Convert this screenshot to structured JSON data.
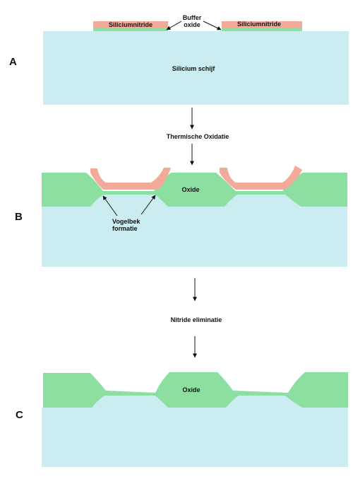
{
  "panel_labels": {
    "a": "A",
    "b": "B",
    "c": "C"
  },
  "stage_a": {
    "nitride_left": "Siliciumnitride",
    "nitride_right": "Siliciumnitride",
    "buffer_line1": "Buffer",
    "buffer_line2": "oxide",
    "substrate": "Silicium schijf"
  },
  "step_1": "Thermische Oxidatie",
  "stage_b": {
    "oxide": "Oxide",
    "birdbeak_line1": "Vogelbek",
    "birdbeak_line2": "formatie"
  },
  "step_2": "Nitride eliminatie",
  "stage_c": {
    "oxide": "Oxide"
  },
  "colors": {
    "silicon": "#cbedf1",
    "oxide": "#8cdea1",
    "nitride": "#f4aa98",
    "text": "#111111"
  }
}
